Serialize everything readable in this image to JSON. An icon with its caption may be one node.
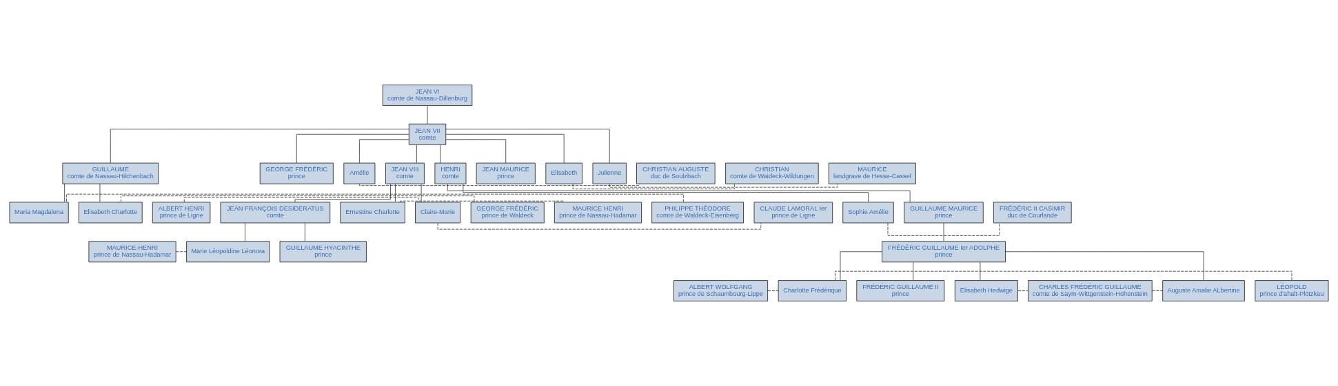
{
  "diagram": {
    "nodes": [
      {
        "text": [
          "JEAN VI",
          "comte de Nassau-Dillenburg"
        ]
      },
      {
        "text": [
          "JEAN VII",
          "comte"
        ]
      },
      {
        "text": [
          "CHRISTIAN",
          "comte de Waideck-Wildungen"
        ]
      },
      {
        "text": [
          "Elisabeth"
        ]
      },
      {
        "text": [
          "GUILLAUME",
          "comte de Nassau-Hilchenbach"
        ]
      },
      {
        "text": [
          "JEAN VIII",
          "comte"
        ]
      },
      {
        "text": [
          "Julienne"
        ]
      },
      {
        "text": [
          "MAURICE",
          "landgrave de Hesse-Cassel"
        ]
      },
      {
        "text": [
          "GEORGE FRÉDÉRIC",
          "prince"
        ]
      },
      {
        "text": [
          "Amélie"
        ]
      },
      {
        "text": [
          "CHRISTIAN AUGUSTE",
          "duc de Soulzbach"
        ]
      },
      {
        "text": [
          "HENRI",
          "comte"
        ]
      },
      {
        "text": [
          "JEAN MAURICE",
          "prince"
        ]
      },
      {
        "text": [
          "GEORGE FRÉDÉRIC",
          "prince de Waldeck"
        ]
      },
      {
        "text": [
          "Elisabeth Charlotte"
        ]
      },
      {
        "text": [
          "PHILIPPE THÉODORE",
          "comte de Waldeck-Eisenberg"
        ]
      },
      {
        "text": [
          "Maria Magdalena"
        ]
      },
      {
        "text": [
          "JEAN FRANÇOIS DESIDERATUS",
          "comte"
        ]
      },
      {
        "text": [
          "ALBERT HENRI",
          "prince de Ligne"
        ]
      },
      {
        "text": [
          "Claire-Marie"
        ]
      },
      {
        "text": [
          "CLAUDE LAMORAL Ier",
          "prince de Ligne"
        ]
      },
      {
        "text": [
          "Ernestine Charlotte"
        ]
      },
      {
        "text": [
          "MAURICE HENRI",
          "prince de Nassau-Hadamar"
        ]
      },
      {
        "text": [
          "GUILLAUME MAURICE",
          "prince"
        ]
      },
      {
        "text": [
          "Sophie Amélie"
        ]
      },
      {
        "text": [
          "FRÉDÉRIC II CASIMIR",
          "duc de Courlande"
        ]
      },
      {
        "text": [
          "MAURICE-HENRI",
          "prince de Nassau-Hadamar"
        ]
      },
      {
        "text": [
          "Marie Léopoldine Léonora"
        ]
      },
      {
        "text": [
          "GUILLAUME HYACINTHE",
          "prince"
        ]
      },
      {
        "text": [
          "FRÉDÉRIC GUILLAUME Ier ADOLPHE",
          "prince"
        ]
      },
      {
        "text": [
          "FRÉDÉRIC GUILLAUME II",
          "prince"
        ]
      },
      {
        "text": [
          "ALBERT WOLFGANG",
          "prince de Schaumbourg-Lippe"
        ]
      },
      {
        "text": [
          "Charlotte Frédérique"
        ]
      },
      {
        "text": [
          "LÉOPOLD",
          "prince d'ahalt-Plötzkau"
        ]
      },
      {
        "text": [
          "Elisabeth Hedwige"
        ]
      },
      {
        "text": [
          "CHARLES FRÉDÉRIC GUILLAUME",
          "comte de Saym-Wittgenstein-Hohenstein"
        ]
      },
      {
        "text": [
          "Auguste Amalie ALbertine"
        ]
      }
    ],
    "edges": [
      {
        "from": 0,
        "to": 1,
        "arrow": "none"
      },
      {
        "from": 1,
        "to": 3,
        "arrow": "none"
      },
      {
        "from": 1,
        "to": 4,
        "arrow": "none"
      },
      {
        "from": 1,
        "to": 5,
        "arrow": "none"
      },
      {
        "from": 1,
        "to": 6,
        "arrow": "none"
      },
      {
        "from": 1,
        "to": 8,
        "arrow": "none"
      },
      {
        "from": 1,
        "to": 9,
        "arrow": "none"
      },
      {
        "from": 1,
        "to": 11,
        "arrow": "none"
      },
      {
        "from": 1,
        "to": 12,
        "arrow": "none"
      },
      {
        "from": 2,
        "to": 3,
        "arrow": "none",
        "style": "dashed"
      },
      {
        "from": 6,
        "to": 7,
        "arrow": "none",
        "style": "dashed"
      },
      {
        "from": 9,
        "to": 10,
        "arrow": "none",
        "style": "dashed"
      },
      {
        "from": 4,
        "to": 14,
        "arrow": "none"
      },
      {
        "from": 4,
        "to": 16,
        "arrow": "none"
      },
      {
        "from": 13,
        "to": 14,
        "arrow": "none",
        "style": "dashed"
      },
      {
        "from": 15,
        "to": 16,
        "arrow": "none",
        "style": "dashed"
      },
      {
        "from": 5,
        "to": 17,
        "arrow": "none"
      },
      {
        "from": 5,
        "to": 19,
        "arrow": "none"
      },
      {
        "from": 5,
        "to": 21,
        "arrow": "none"
      },
      {
        "from": 18,
        "to": 19,
        "arrow": "none",
        "style": "dashed"
      },
      {
        "from": 19,
        "to": 20,
        "arrow": "none",
        "style": "dashed"
      },
      {
        "from": 21,
        "to": 22,
        "arrow": "none",
        "style": "dashed"
      },
      {
        "from": 11,
        "to": 23,
        "arrow": "none"
      },
      {
        "from": 11,
        "to": 24,
        "arrow": "none"
      },
      {
        "from": 24,
        "to": 25,
        "arrow": "none",
        "style": "dashed"
      },
      {
        "from": 17,
        "to": 27,
        "arrow": "none"
      },
      {
        "from": 17,
        "to": 28,
        "arrow": "none"
      },
      {
        "from": 26,
        "to": 27,
        "arrow": "none",
        "style": "dashed"
      },
      {
        "from": 23,
        "to": 29,
        "arrow": "none"
      },
      {
        "from": 29,
        "to": 30,
        "arrow": "none"
      },
      {
        "from": 29,
        "to": 32,
        "arrow": "none"
      },
      {
        "from": 29,
        "to": 34,
        "arrow": "none"
      },
      {
        "from": 29,
        "to": 36,
        "arrow": "none"
      },
      {
        "from": 31,
        "to": 32,
        "arrow": "none",
        "style": "dashed"
      },
      {
        "from": 32,
        "to": 33,
        "arrow": "none",
        "style": "dashed"
      },
      {
        "from": 34,
        "to": 35,
        "arrow": "none",
        "style": "dashed"
      },
      {
        "from": 35,
        "to": 36,
        "arrow": "none",
        "style": "dashed"
      }
    ]
  }
}
